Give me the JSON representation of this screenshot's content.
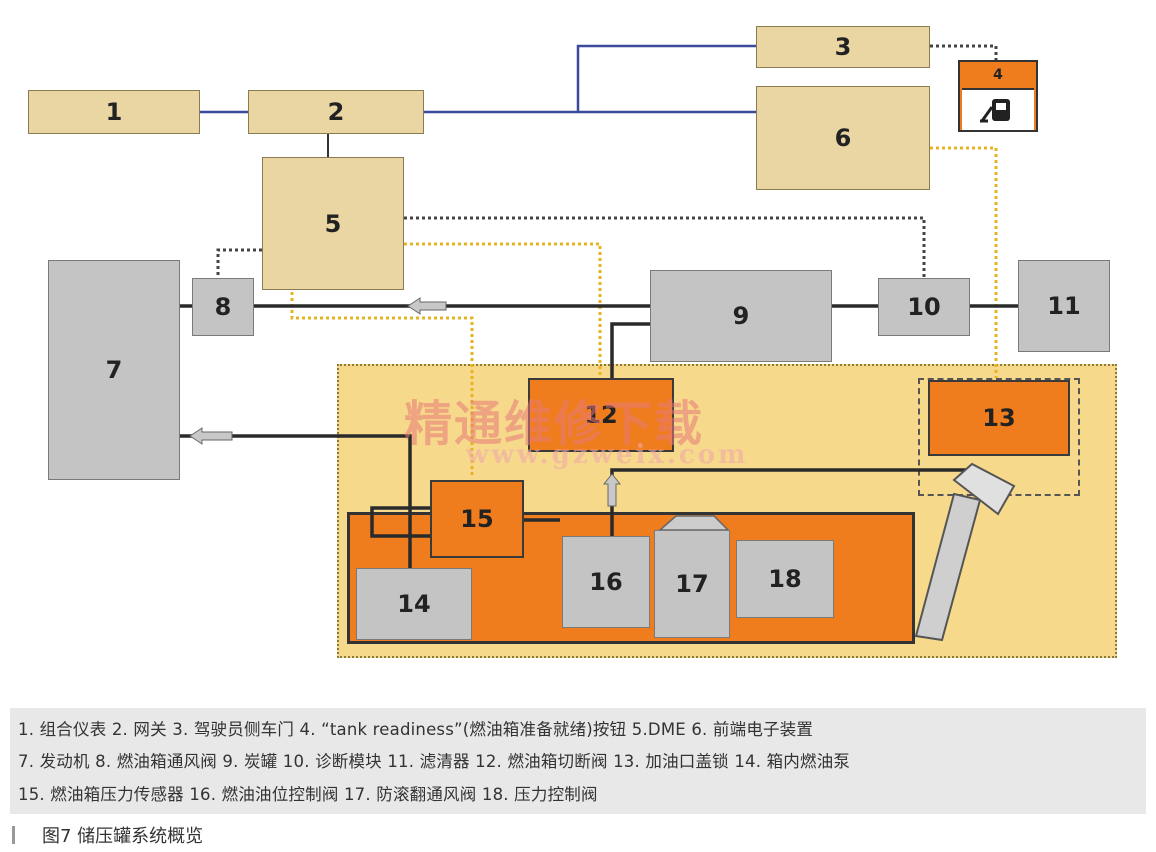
{
  "blocks": {
    "b1": "1",
    "b2": "2",
    "b3": "3",
    "b4": "4",
    "b5": "5",
    "b6": "6",
    "b7": "7",
    "b8": "8",
    "b9": "9",
    "b10": "10",
    "b11": "11",
    "b12": "12",
    "b13": "13",
    "b14": "14",
    "b15": "15",
    "b16": "16",
    "b17": "17",
    "b18": "18"
  },
  "legend": {
    "row1": "1. 组合仪表    2. 网关    3. 驾驶员侧车门  4. “tank readiness”(燃油箱准备就绪)按钮    5.DME        6. 前端电子装置",
    "row2": "7. 发动机    8. 燃油箱通风阀    9. 炭罐    10. 诊断模块    11. 滤清器    12. 燃油箱切断阀    13. 加油口盖锁    14. 箱内燃油泵",
    "row3": "15. 燃油箱压力传感器    16. 燃油油位控制阀    17. 防滚翻通风阀    18. 压力控制阀"
  },
  "caption": "图7   储压罐系统概览",
  "watermark": {
    "cn": "精通维修下载",
    "url": "www.gzweix.com"
  },
  "colors": {
    "tan_block": "#ead6a3",
    "gray_block": "#c4c4c4",
    "orange_block": "#ef7d1e",
    "can_bus": "#3b4a9c",
    "signal_dotted": "#444444",
    "fuel_vapor_dotted": "#e6b422",
    "tank_zone": "#f6d98a"
  }
}
